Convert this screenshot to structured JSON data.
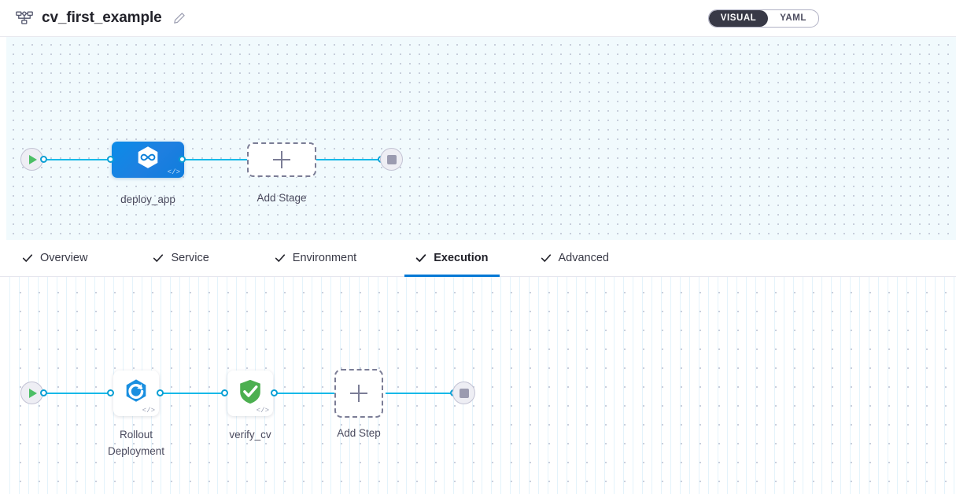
{
  "header": {
    "pipeline_icon": "pipeline-icon",
    "title": "cv_first_example",
    "edit_icon": "pencil-icon",
    "view_toggle": {
      "visual_label": "VISUAL",
      "yaml_label": "YAML",
      "selected": "VISUAL"
    }
  },
  "tabs": [
    {
      "label": "Overview",
      "icon": "check-icon",
      "active": false
    },
    {
      "label": "Service",
      "icon": "check-icon",
      "active": false
    },
    {
      "label": "Environment",
      "icon": "check-icon",
      "active": false
    },
    {
      "label": "Execution",
      "icon": "check-icon",
      "active": true
    },
    {
      "label": "Advanced",
      "icon": "check-icon",
      "active": false
    }
  ],
  "stage_canvas": {
    "start_node": {
      "icon": "play-icon"
    },
    "end_node": {
      "icon": "stop-icon"
    },
    "stage": {
      "name": "deploy_app",
      "icon": "harness-cd-hexagon-icon",
      "code_glyph": "</>"
    },
    "add_stage": {
      "label": "Add Stage",
      "icon": "plus-icon"
    }
  },
  "step_canvas": {
    "start_node": {
      "icon": "play-icon"
    },
    "end_node": {
      "icon": "stop-icon"
    },
    "steps": [
      {
        "name": "Rollout\nDeployment",
        "icon": "rollout-deployment-icon",
        "code_glyph": "</>"
      },
      {
        "name": "verify_cv",
        "icon": "verify-shield-check-icon",
        "code_glyph": "</>"
      }
    ],
    "add_step": {
      "label": "Add Step",
      "icon": "plus-icon"
    }
  },
  "colors": {
    "accent_blue": "#0278d5",
    "link_blue": "#17b9e8",
    "stage_blue": "#0b8ce8",
    "verify_green": "#4caf50",
    "start_green": "#4dbf66",
    "toggle_dark": "#383946",
    "canvas_top_bg": "#f1fafd"
  }
}
